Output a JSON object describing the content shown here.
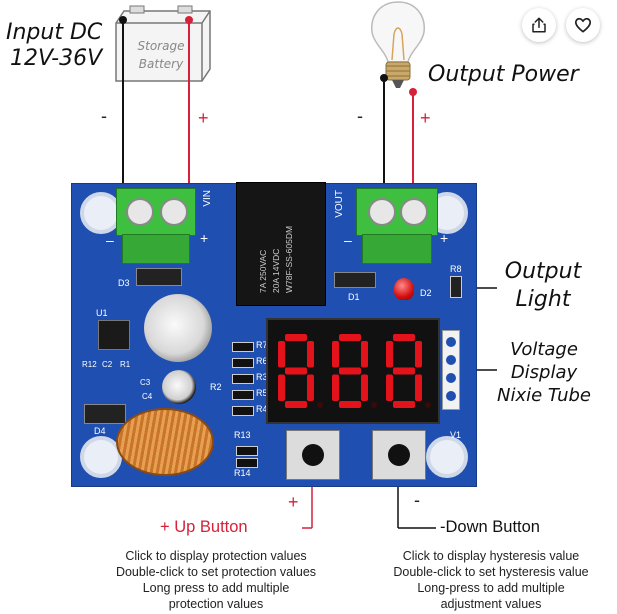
{
  "actions": {
    "share_icon": "share-icon",
    "favorite_icon": "heart-icon"
  },
  "labels": {
    "input_dc_line1": "Input DC",
    "input_dc_line2": "12V-36V",
    "storage_line1": "Storage",
    "storage_line2": "Battery",
    "output_power": "Output Power",
    "output_light_line1": "Output",
    "output_light_line2": "Light",
    "voltage_display_line1": "Voltage",
    "voltage_display_line2": "Display",
    "voltage_display_line3": "Nixie Tube"
  },
  "terminals": {
    "input_minus": "-",
    "input_plus": "+",
    "output_minus": "-",
    "output_plus": "+",
    "up_plus": "+",
    "down_minus": "-"
  },
  "board": {
    "vin": "VIN",
    "vout": "VOUT",
    "relay_lines": [
      "7A 250VAC",
      "20A 14VDC",
      "W78F-SS-605DM"
    ],
    "refs": {
      "d3": "D3",
      "d1": "D1",
      "d2": "D2",
      "r8": "R8",
      "u1": "U1",
      "r12": "R12",
      "c2": "C2",
      "r1": "R1",
      "c3": "C3",
      "c4": "C4",
      "d4": "D4",
      "r2": "R2",
      "r13": "R13",
      "r14": "R14",
      "r3": "R3",
      "r4": "R4",
      "r5": "R5",
      "r6": "R6",
      "r7": "R7",
      "v1": "V1"
    },
    "display_digits": [
      "8",
      "8",
      "8"
    ]
  },
  "buttons": {
    "up_label": "+ Up Button",
    "down_label": "-Down Button",
    "up_desc": [
      "Click to display protection values",
      "Double-click to set protection values",
      "Long press to add multiple",
      "protection values"
    ],
    "down_desc": [
      "Click to display hysteresis value",
      "Double-click to set hysteresis value",
      "Long-press to add multiple",
      "adjustment values"
    ]
  },
  "colors": {
    "pcb": "#1f4fb0",
    "terminal": "#3fbf3f",
    "digit": "#e3121b",
    "accent_red": "#d6213a"
  }
}
